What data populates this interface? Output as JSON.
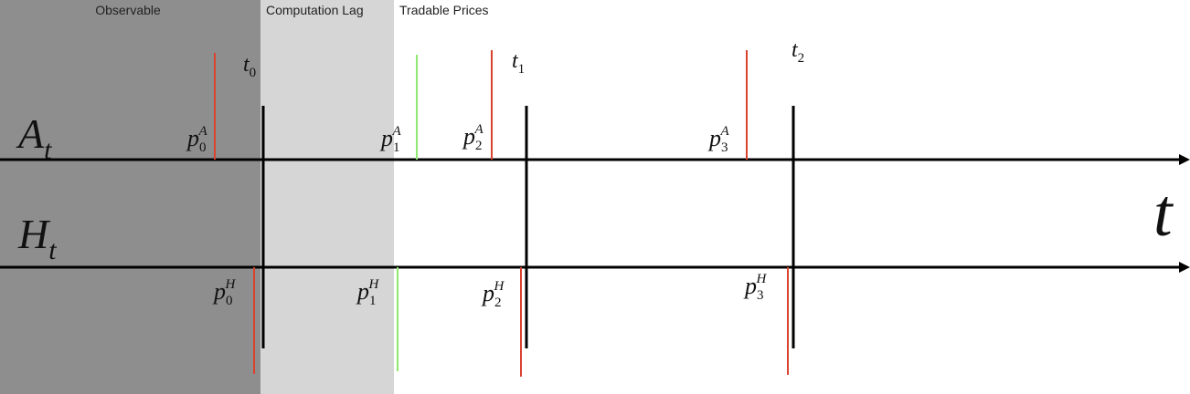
{
  "regions": [
    {
      "label": "Observable",
      "color": "#8e8e8e"
    },
    {
      "label": "Computation Lag",
      "color": "#d6d6d6"
    },
    {
      "label": "Tradable Prices",
      "color": "#ffffff"
    }
  ],
  "axes": {
    "top_label": {
      "main": "A",
      "sub": "t"
    },
    "bottom_label": {
      "main": "H",
      "sub": "t"
    },
    "time_label": "t"
  },
  "time_marks": [
    {
      "main": "t",
      "sub": "0"
    },
    {
      "main": "t",
      "sub": "1"
    },
    {
      "main": "t",
      "sub": "2"
    }
  ],
  "prices_A": [
    {
      "main": "p",
      "sub": "0",
      "sup": "A",
      "color": "#d9432e"
    },
    {
      "main": "p",
      "sub": "1",
      "sup": "A",
      "color": "#8fe86f"
    },
    {
      "main": "p",
      "sub": "2",
      "sup": "A",
      "color": "#d9432e"
    },
    {
      "main": "p",
      "sub": "3",
      "sup": "A",
      "color": "#d9432e"
    }
  ],
  "prices_H": [
    {
      "main": "p",
      "sub": "0",
      "sup": "H",
      "color": "#d9432e"
    },
    {
      "main": "p",
      "sub": "1",
      "sup": "H",
      "color": "#8fe86f"
    },
    {
      "main": "p",
      "sub": "2",
      "sup": "H",
      "color": "#d9432e"
    },
    {
      "main": "p",
      "sub": "3",
      "sup": "H",
      "color": "#d9432e"
    }
  ]
}
